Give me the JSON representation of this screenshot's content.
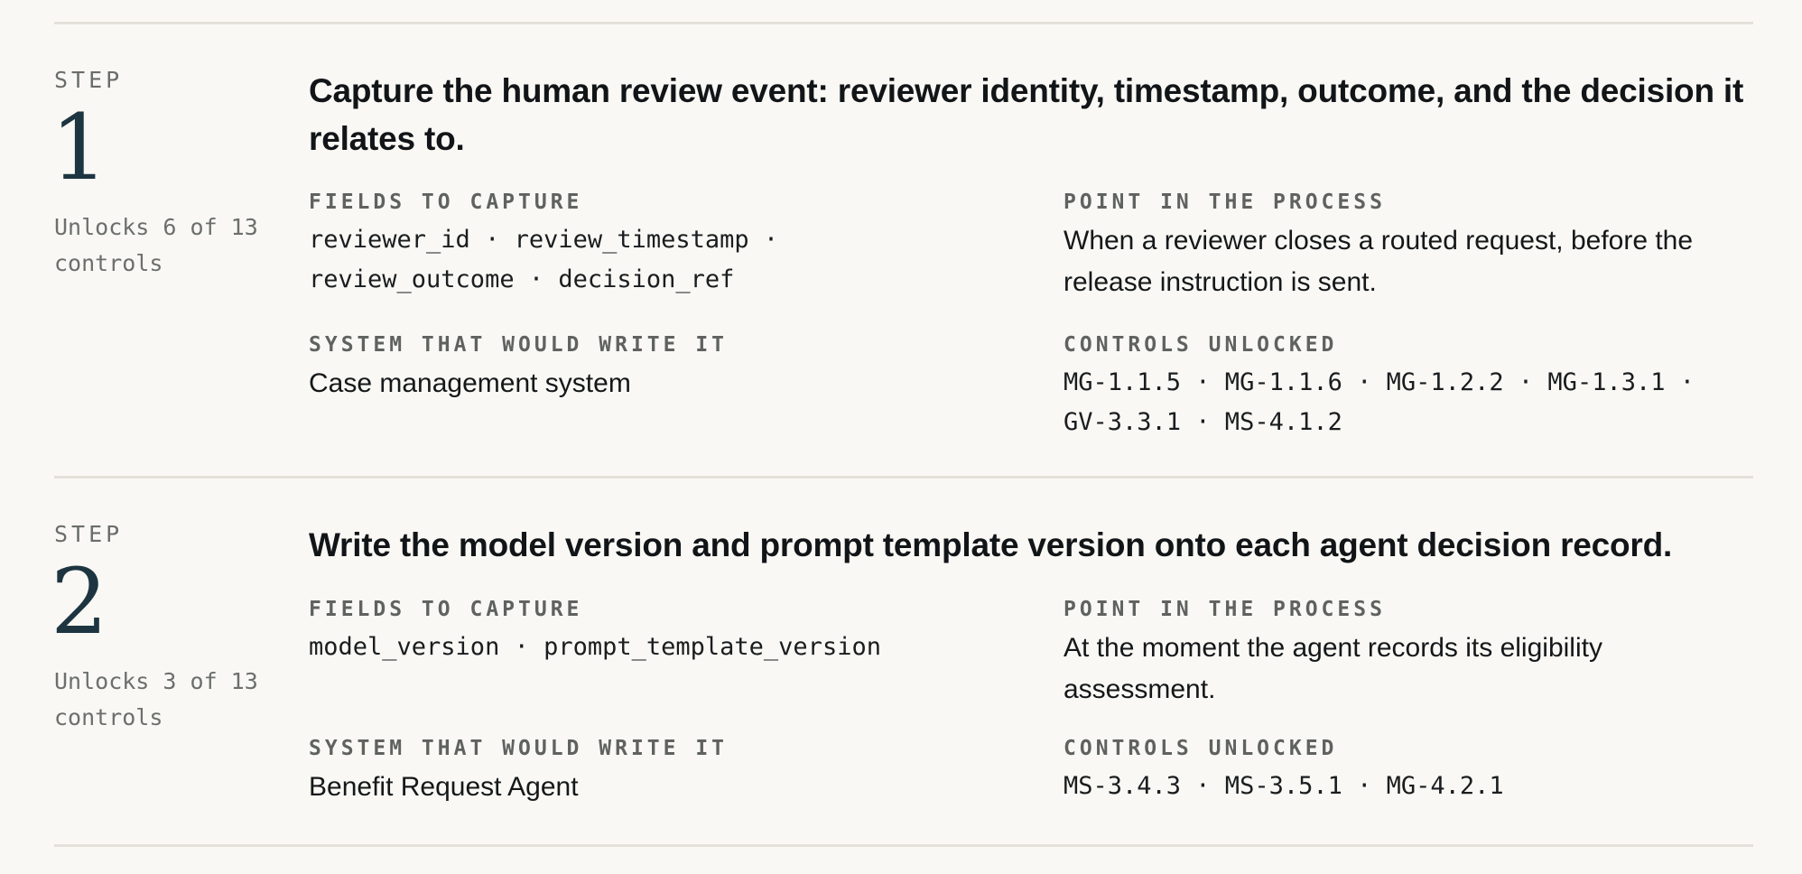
{
  "steps": [
    {
      "label": "STEP",
      "number": "1",
      "unlocks": "Unlocks 6 of 13 controls",
      "title": "Capture the human review event: reviewer identity, timestamp, outcome, and the decision it relates to.",
      "fields_label": "FIELDS TO CAPTURE",
      "fields_value": "reviewer_id · review_timestamp · review_outcome · decision_ref",
      "point_label": "POINT IN THE PROCESS",
      "point_value": "When a reviewer closes a routed request, before the release instruction is sent.",
      "system_label": "SYSTEM THAT WOULD WRITE IT",
      "system_value": "Case management system",
      "controls_label": "CONTROLS UNLOCKED",
      "controls_value": "MG-1.1.5 · MG-1.1.6 · MG-1.2.2 · MG-1.3.1 · GV-3.3.1 · MS-4.1.2"
    },
    {
      "label": "STEP",
      "number": "2",
      "unlocks": "Unlocks 3 of 13 controls",
      "title": "Write the model version and prompt template version onto each agent decision record.",
      "fields_label": "FIELDS TO CAPTURE",
      "fields_value": "model_version · prompt_template_version",
      "point_label": "POINT IN THE PROCESS",
      "point_value": "At the moment the agent records its eligibility assessment.",
      "system_label": "SYSTEM THAT WOULD WRITE IT",
      "system_value": "Benefit Request Agent",
      "controls_label": "CONTROLS UNLOCKED",
      "controls_value": "MS-3.4.3 · MS-3.5.1 · MG-4.2.1"
    }
  ]
}
